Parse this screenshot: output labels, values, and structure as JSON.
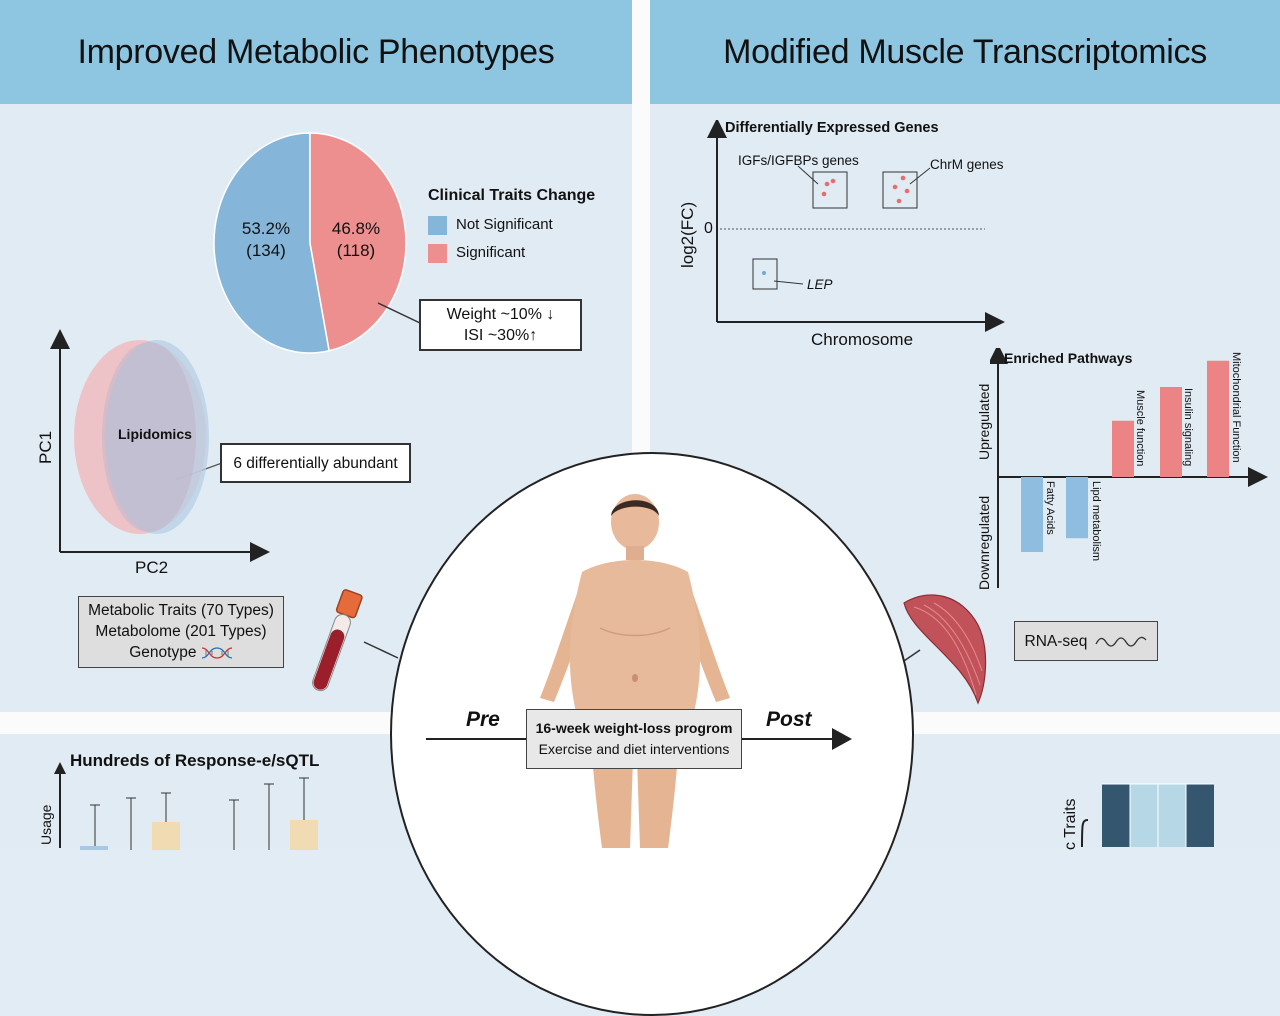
{
  "left_panel": {
    "title": "Improved Metabolic Phenotypes",
    "pie": {
      "legend_title": "Clinical Traits Change",
      "slices": [
        {
          "label": "Not Significant",
          "percent": "53.2%",
          "count": "(134)",
          "value": 53.2,
          "color": "#85b6d9"
        },
        {
          "label": "Significant",
          "percent": "46.8%",
          "count": "(118)",
          "value": 46.8,
          "color": "#ee8f8f"
        }
      ]
    },
    "callout_line1": "Weight ~10% ↓",
    "callout_line2": "ISI ~30%↑",
    "pca": {
      "y_label": "PC1",
      "x_label": "PC2",
      "ellipse_label": "Lipidomics",
      "callout": "6 differentially abundant"
    },
    "sample_box": {
      "line1": "Metabolic Traits (70 Types)",
      "line2": "Metabolome (201 Types)",
      "line3": "Genotype"
    }
  },
  "right_panel": {
    "title": "Modified Muscle Transcriptomics",
    "deg": {
      "title": "Differentially Expressed Genes",
      "y_label": "log2(FC)",
      "x_label": "Chromosome",
      "zero_label": "0",
      "igf_label": "IGFs/IGFBPs genes",
      "chrm_label": "ChrM genes",
      "lep_label": "LEP"
    },
    "pathways": {
      "title": "Enriched Pathways",
      "up_label": "Upregulated",
      "down_label": "Downregulated",
      "up_bars": [
        {
          "name": "Muscle function",
          "value": 0.45
        },
        {
          "name": "Insulin signaling",
          "value": 0.72
        },
        {
          "name": "Mitochondrial Function",
          "value": 0.93
        }
      ],
      "down_bars": [
        {
          "name": "Fatty Acids",
          "value": 0.6
        },
        {
          "name": "Lipd metabolism",
          "value": 0.49
        }
      ]
    },
    "rnaseq_label": "RNA-seq"
  },
  "center": {
    "pre_label": "Pre",
    "post_label": "Post",
    "program_title": "16-week weight-loss progrom",
    "program_sub": "Exercise and diet interventions"
  },
  "bottom_left": {
    "title": "Hundreds of Response-e/sQTL",
    "y_label": "Usage"
  },
  "bottom_right": {
    "y_label": "c Traits"
  }
}
